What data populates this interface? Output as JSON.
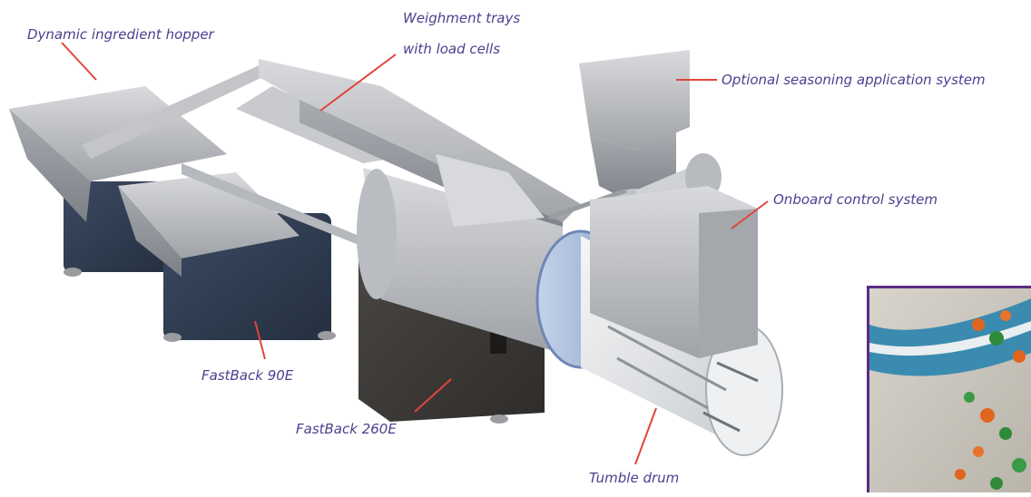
{
  "labels": {
    "hopper": "Dynamic ingredient hopper",
    "trays_line1": "Weighment trays",
    "trays_line2": "with load cells",
    "seasoning": "Optional seasoning application system",
    "control": "Onboard control system",
    "fastback90": "FastBack 90E",
    "fastback260": "FastBack 260E",
    "drum": "Tumble drum"
  },
  "colors": {
    "label_text": "#4b3f8f",
    "leader_line": "#e0453a",
    "inset_border": "#5a2d82"
  }
}
